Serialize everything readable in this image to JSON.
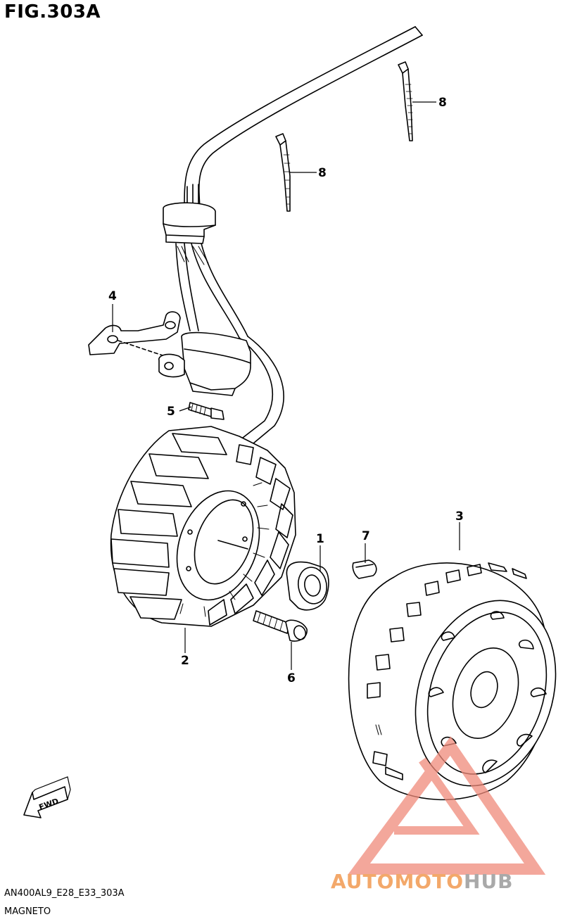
{
  "figure": {
    "title": "FIG.303A"
  },
  "callouts": {
    "c1": "1",
    "c2": "2",
    "c3": "3",
    "c4": "4",
    "c5": "5",
    "c6": "6",
    "c7": "7",
    "c8a": "8",
    "c8b": "8"
  },
  "fwd_label": "FWD",
  "watermark": {
    "text": "AUTOMOTOHUB",
    "colors": {
      "auto": "#f3a86a",
      "hub": "#a9a9a9",
      "logo": "#f08a7a"
    }
  },
  "footer": {
    "code": "AN400AL9_E28_E33_303A",
    "name": "MAGNETO"
  }
}
